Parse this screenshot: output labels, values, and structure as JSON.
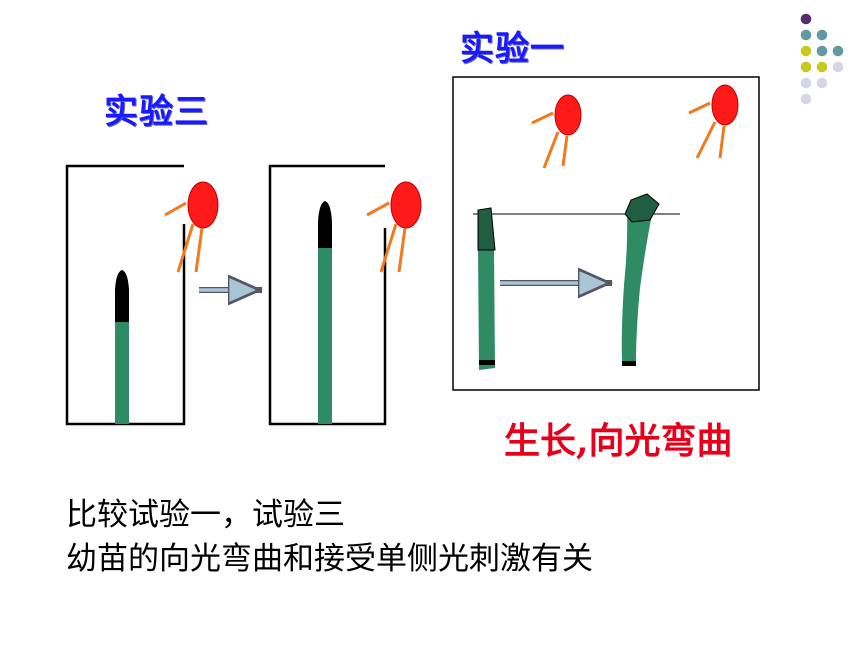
{
  "labels": {
    "exp3_title": "实验三",
    "exp1_title": "实验一",
    "exp1_result": "生长,向光弯曲"
  },
  "caption": {
    "line1": "比较试验一，试验三",
    "line2": "幼苗的向光弯曲和接受单侧光刺激有关"
  },
  "colors": {
    "sun": "#ff1a1a",
    "ray": "#f07a1e",
    "seedling": "#2e8b63",
    "tip": "#000000",
    "title_blue": "#1a1aff",
    "result_red": "#e8001a",
    "dot_purple": "#5a2a6e",
    "dot_teal": "#5f9aa0",
    "dot_yellow": "#c8c81e",
    "dot_lavender": "#d6d6ea"
  },
  "decor_dots": [
    [
      "dot_purple"
    ],
    [
      "dot_teal",
      "dot_teal"
    ],
    [
      "dot_yellow",
      "dot_teal",
      "dot_teal"
    ],
    [
      "dot_yellow",
      "dot_yellow",
      "dot_lavender"
    ],
    [
      "dot_lavender",
      "dot_lavender"
    ],
    [
      "dot_lavender"
    ]
  ]
}
